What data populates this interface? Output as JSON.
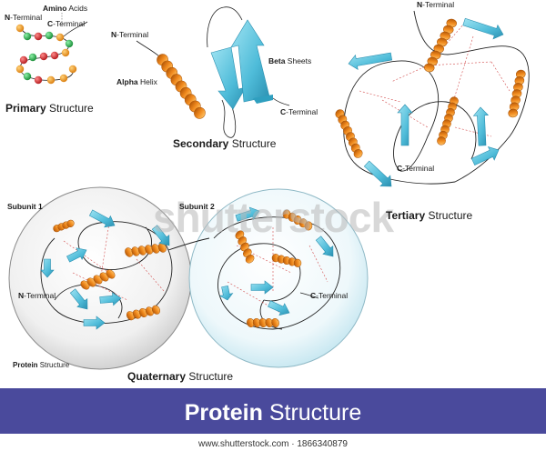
{
  "primary": {
    "n_bold": "N",
    "n_rest": "-Terminal",
    "aa_bold": "Amino",
    "aa_rest": " Acids",
    "c_bold": "C",
    "c_rest": "-Terminal",
    "title_bold": "Primary",
    "title_rest": " Structure"
  },
  "secondary": {
    "n_bold": "N",
    "n_rest": "-Terminal",
    "alpha_bold": "Alpha",
    "alpha_rest": " Helix",
    "beta_bold": "Beta",
    "beta_rest": " Sheets",
    "c_bold": "C",
    "c_rest": "-Terminal",
    "title_bold": "Secondary",
    "title_rest": " Structure"
  },
  "tertiary": {
    "n_bold": "N",
    "n_rest": "-Terminal",
    "c_bold": "C",
    "c_rest": "-Terminal",
    "title_bold": "Tertiary",
    "title_rest": " Structure"
  },
  "quaternary": {
    "subunit1": "Subunit 1",
    "subunit2": "Subunit 2",
    "n_bold": "N",
    "n_rest": "-Terminal",
    "c_bold": "C",
    "c_rest": "-Terminal",
    "protein_bold": "Protein",
    "protein_rest": " Structure",
    "title_bold": "Quaternary",
    "title_rest": " Structure"
  },
  "banner": {
    "title_bold": "Protein",
    "title_rest": " Structure",
    "color": "#4a4a9c"
  },
  "watermark": {
    "text": "shutterstock",
    "footer": "www.shutterstock.com · 1866340879"
  },
  "colors": {
    "helix": "#f08a1e",
    "sheet": "#5ec6e0",
    "sheet_dark": "#2f9fbf",
    "bead_red": "#d8262b",
    "bead_green": "#27a94a",
    "bead_orange": "#f39a1f"
  }
}
